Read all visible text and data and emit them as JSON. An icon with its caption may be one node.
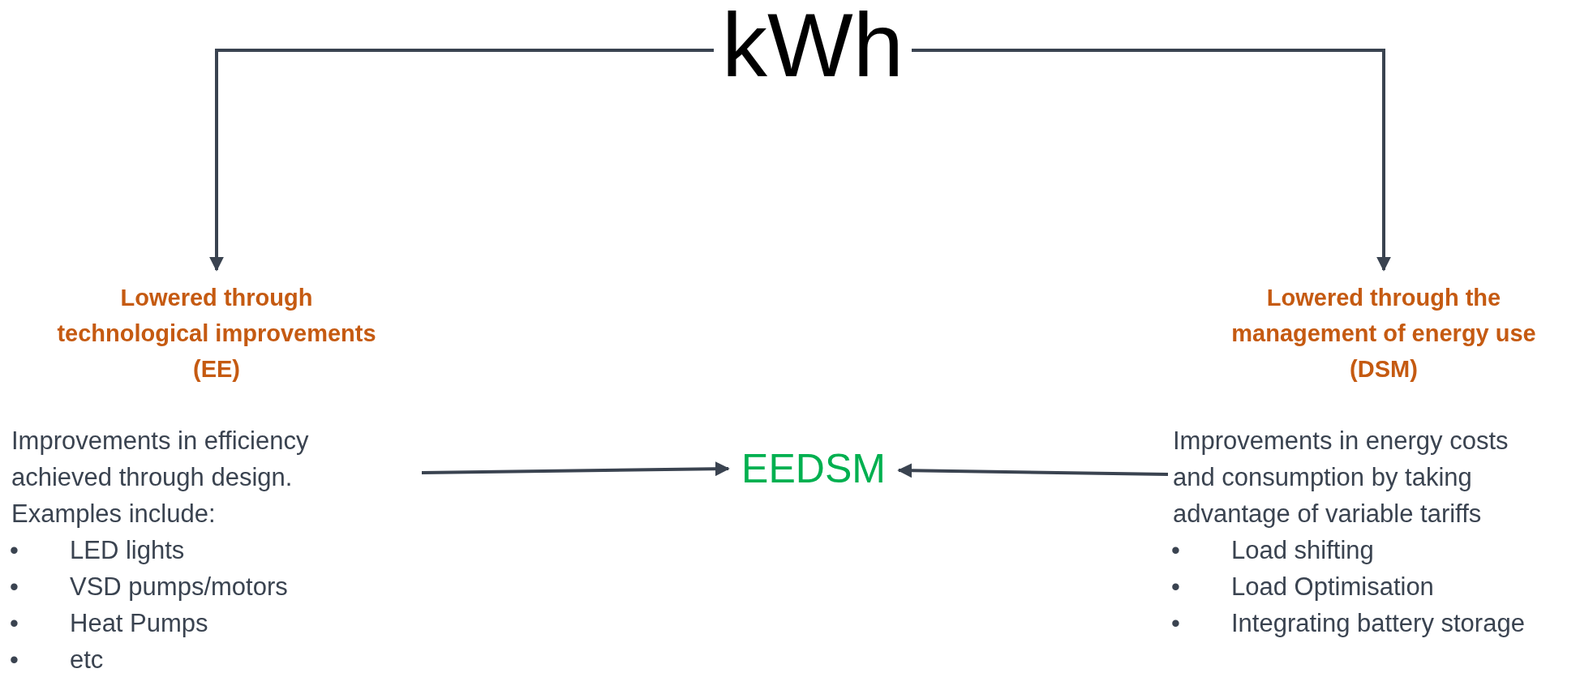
{
  "diagram": {
    "nodes": [
      {
        "text": [
          "kWh"
        ]
      },
      {
        "text": [
          "Lowered through technological improvements (EE)",
          "Improvements in efficiency achieved through design. Examples include:",
          "LED lights",
          "VSD pumps/motors",
          "Heat Pumps",
          "etc"
        ]
      },
      {
        "text": [
          "EEDSM"
        ]
      },
      {
        "text": [
          "Lowered through the management of energy use (DSM)",
          "Improvements in energy costs and consumption by taking advantage of variable tariffs",
          "Load shifting",
          "Load Optimisation",
          "Integrating battery storage"
        ]
      }
    ],
    "edges": [
      {
        "from": 0,
        "to": 1,
        "arrow": "to"
      },
      {
        "from": 0,
        "to": 3,
        "arrow": "to"
      },
      {
        "from": 1,
        "to": 2,
        "arrow": "to"
      },
      {
        "from": 3,
        "to": 2,
        "arrow": "to"
      }
    ],
    "labels": [
      "•",
      "•",
      "•",
      "•",
      "•",
      "•",
      "•"
    ]
  }
}
